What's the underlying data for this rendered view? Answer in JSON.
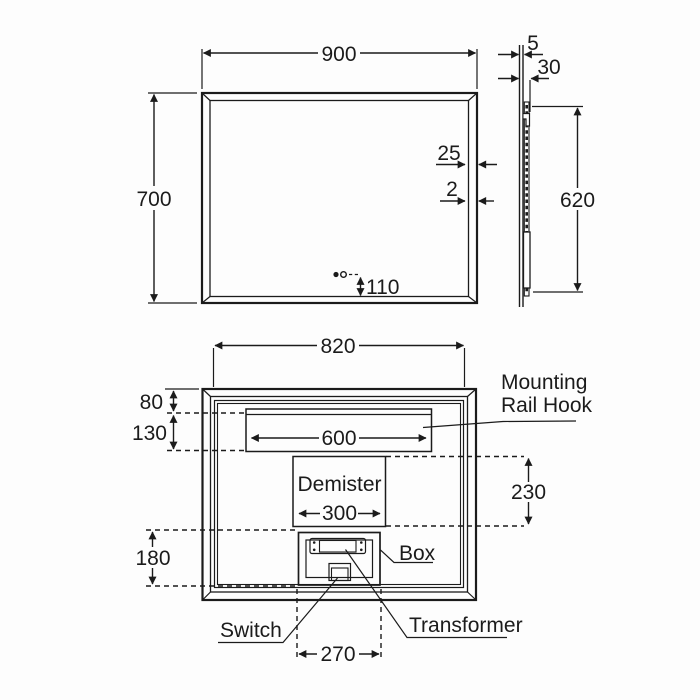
{
  "front_view": {
    "width_dim": "900",
    "height_dim": "700",
    "frame_width_dim": "25",
    "frame_edge_dim": "2",
    "switch_offset_dim": "110"
  },
  "side_view": {
    "glass_thickness_dim": "5",
    "depth_dim": "30",
    "back_panel_height_dim": "620"
  },
  "back_view": {
    "panel_width_dim": "820",
    "rail_top_offset_dim": "80",
    "rail_zone_height_dim": "130",
    "rail_length_dim": "600",
    "demister_label": "Demister",
    "demister_width_dim": "300",
    "demister_height_dim": "230",
    "box_zone_height_dim": "180",
    "box_width_dim": "270",
    "mounting_label_line1": "Mounting",
    "mounting_label_line2": "Rail Hook",
    "box_label": "Box",
    "switch_label": "Switch",
    "transformer_label": "Transformer"
  },
  "colors": {
    "line": "#1b1b1b",
    "background": "#fdfdfd"
  }
}
